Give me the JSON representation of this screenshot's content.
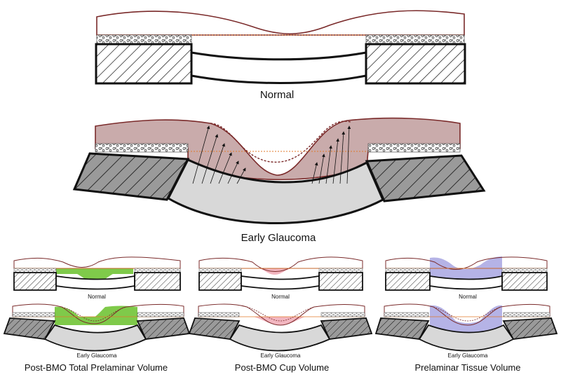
{
  "main": {
    "normal_label": "Normal",
    "early_label": "Early Glaucoma"
  },
  "panels": [
    {
      "title": "Post-BMO Total Prelaminar Volume",
      "normal_label": "Normal",
      "early_label": "Early Glaucoma",
      "highlight": "total-prelaminar-volume",
      "color": "#7fca4a"
    },
    {
      "title": "Post-BMO Cup Volume",
      "normal_label": "Normal",
      "early_label": "Early Glaucoma",
      "highlight": "cup-volume",
      "color": "#f2b6c0"
    },
    {
      "title": "Prelaminar Tissue Volume",
      "normal_label": "Normal",
      "early_label": "Early Glaucoma",
      "highlight": "prelaminar-tissue-volume",
      "color": "#b5b3e6"
    }
  ],
  "colors": {
    "outline": "#7a2a2a",
    "tissue_fill": "#c9abab",
    "rpe_line": "#e07a2a",
    "lamina_fill": "#d8d8d8",
    "sclera_fill": "#8a8a8a"
  }
}
